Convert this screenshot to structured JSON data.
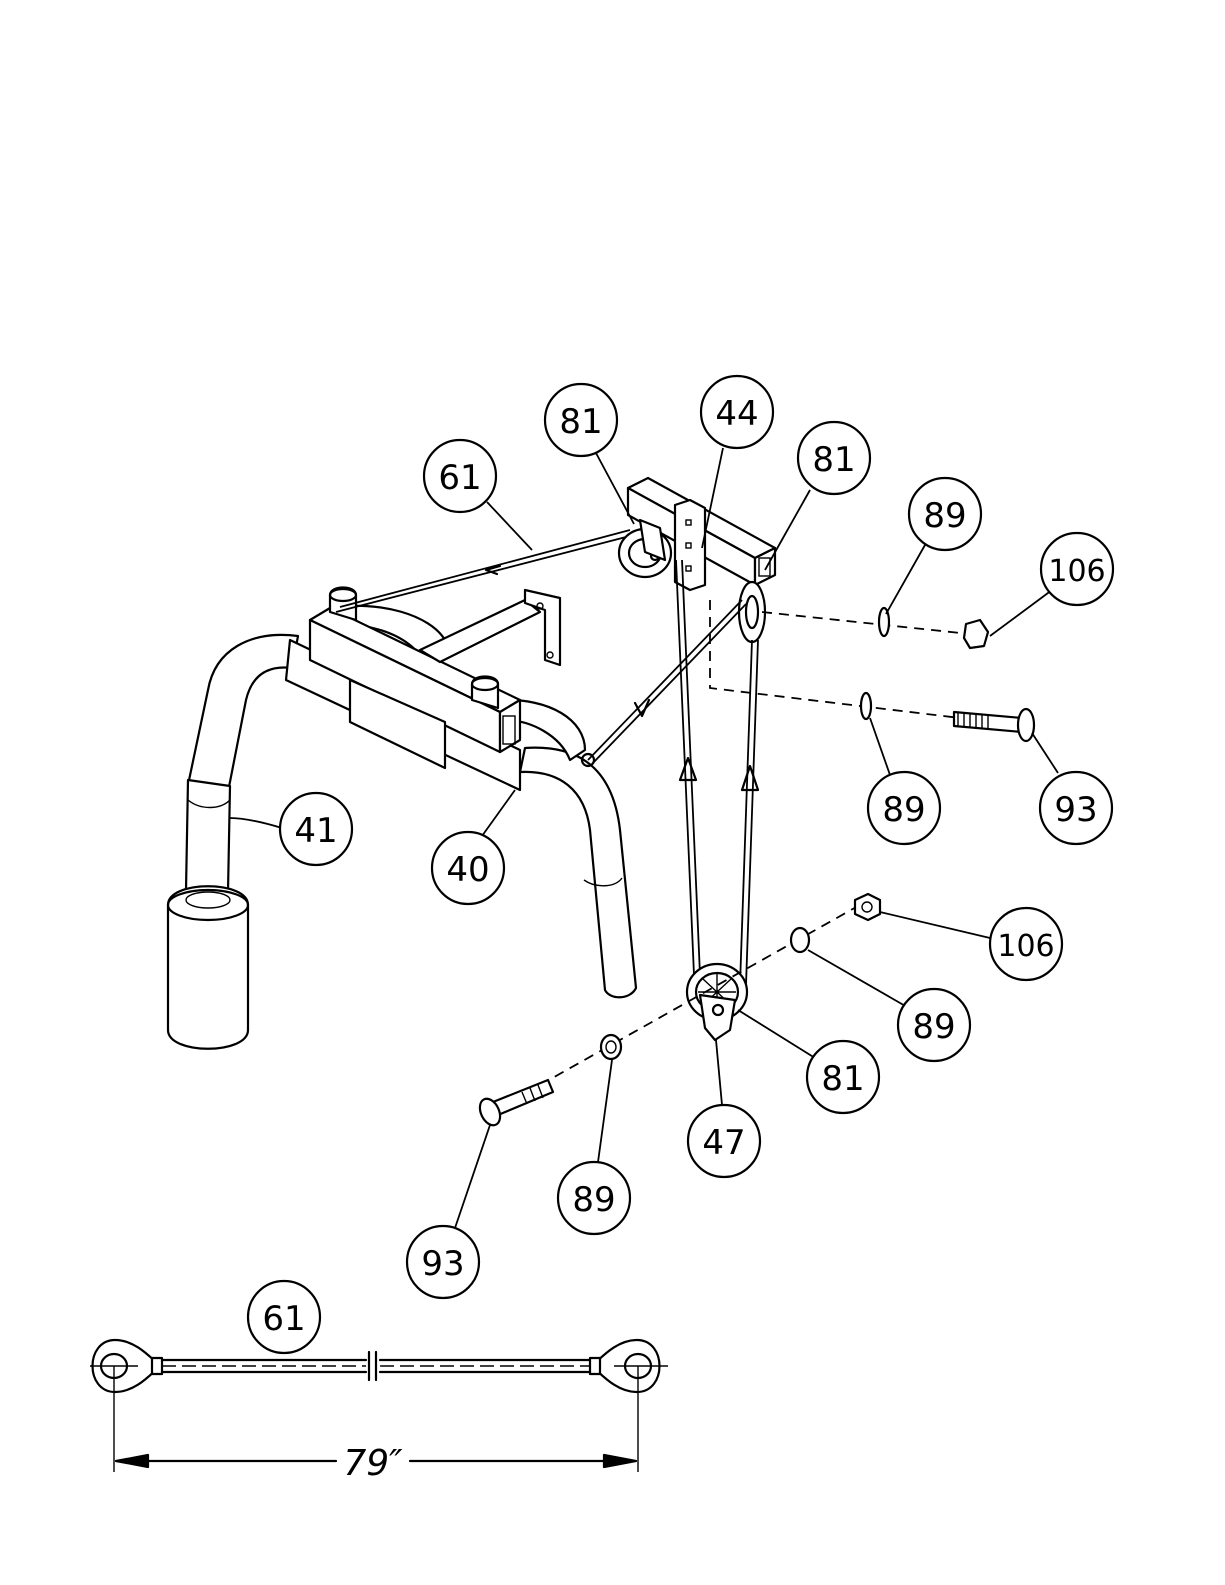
{
  "callouts": [
    {
      "id": "c61a",
      "label": "61"
    },
    {
      "id": "c81a",
      "label": "81"
    },
    {
      "id": "c44",
      "label": "44"
    },
    {
      "id": "c81b",
      "label": "81"
    },
    {
      "id": "c89a",
      "label": "89"
    },
    {
      "id": "c106a",
      "label": "106"
    },
    {
      "id": "c41",
      "label": "41"
    },
    {
      "id": "c40",
      "label": "40"
    },
    {
      "id": "c89b",
      "label": "89"
    },
    {
      "id": "c93a",
      "label": "93"
    },
    {
      "id": "c106b",
      "label": "106"
    },
    {
      "id": "c89c",
      "label": "89"
    },
    {
      "id": "c81c",
      "label": "81"
    },
    {
      "id": "c47",
      "label": "47"
    },
    {
      "id": "c89d",
      "label": "89"
    },
    {
      "id": "c93b",
      "label": "93"
    },
    {
      "id": "c61b",
      "label": "61"
    }
  ],
  "cable_length_label": "79″"
}
